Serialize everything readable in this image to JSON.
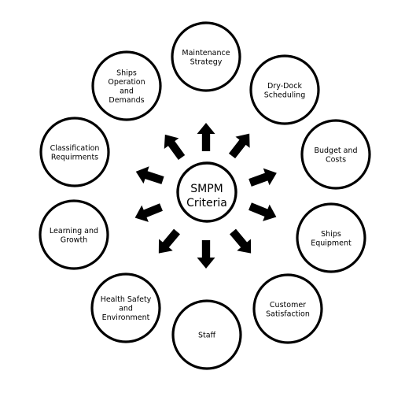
{
  "diagram": {
    "center": {
      "lines": [
        "SMPM",
        "Criteria"
      ]
    },
    "nodes": [
      {
        "id": "maintenance-strategy",
        "lines": [
          "Maintenance",
          "Strategy"
        ]
      },
      {
        "id": "dry-dock-scheduling",
        "lines": [
          "Dry-Dock",
          "Scheduling"
        ]
      },
      {
        "id": "budget-and-costs",
        "lines": [
          "Budget and",
          "Costs"
        ]
      },
      {
        "id": "ships-equipment",
        "lines": [
          "Ships",
          "Equipment"
        ]
      },
      {
        "id": "customer-satisfaction",
        "lines": [
          "Customer",
          "Satisfaction"
        ]
      },
      {
        "id": "staff",
        "lines": [
          "Staff"
        ]
      },
      {
        "id": "health-safety-and-environment",
        "lines": [
          "Health Safety",
          "and",
          "Environment"
        ]
      },
      {
        "id": "learning-and-growth",
        "lines": [
          "Learning and",
          "Growth"
        ]
      },
      {
        "id": "classification-requirments",
        "lines": [
          "Classification",
          "Requirments"
        ]
      },
      {
        "id": "ships-operation-and-demands",
        "lines": [
          "Ships",
          "Operation",
          "and",
          "Demands"
        ]
      }
    ],
    "colors": {
      "stroke": "#000000",
      "fill": "#ffffff"
    }
  }
}
